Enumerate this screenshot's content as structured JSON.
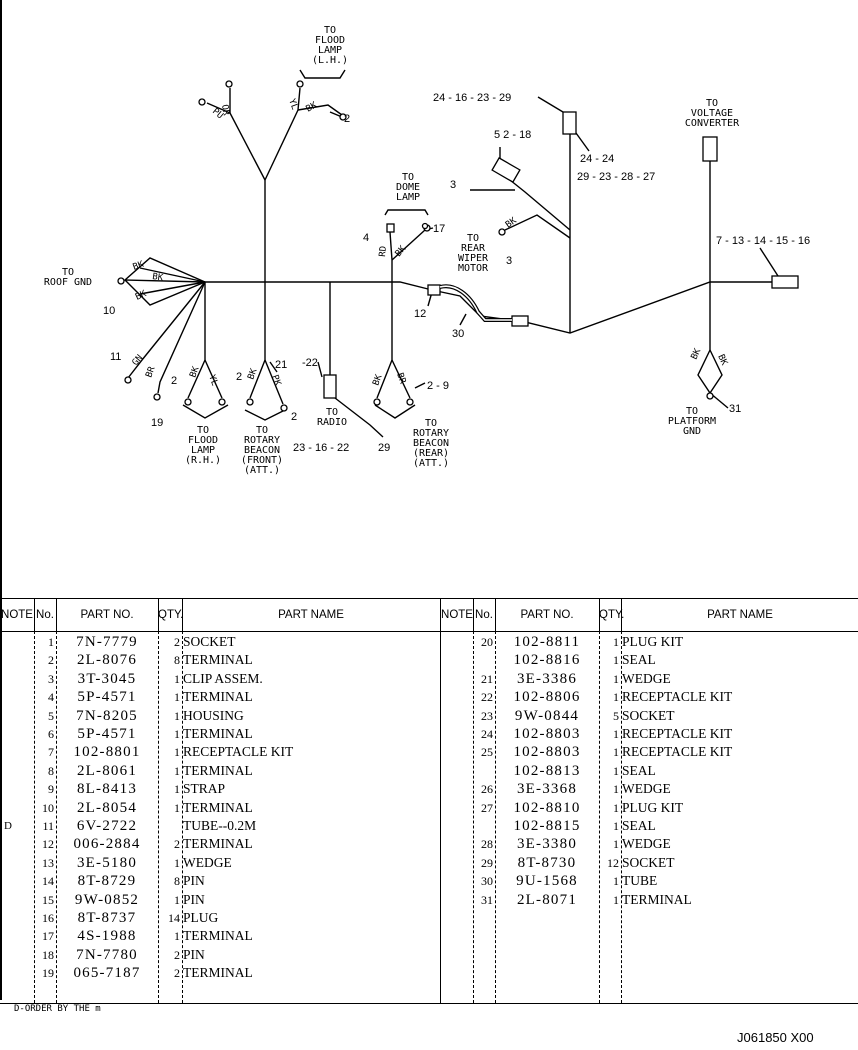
{
  "diagram": {
    "labels": {
      "flood_lh": [
        "TO",
        "FLOOD",
        "LAMP",
        "(L.H.)"
      ],
      "voltage": [
        "TO",
        "VOLTAGE",
        "CONVERTER"
      ],
      "dome": [
        "TO",
        "DOME",
        "LAMP"
      ],
      "rear_wiper": [
        "TO",
        "REAR",
        "WIPER",
        "MOTOR"
      ],
      "roof_gnd": [
        "TO",
        "ROOF GND"
      ],
      "flood_rh": [
        "TO",
        "FLOOD",
        "LAMP",
        "(R.H.)"
      ],
      "rotary_front": [
        "TO",
        "ROTARY",
        "BEACON",
        "(FRONT)",
        "(ATT.)"
      ],
      "radio": [
        "TO",
        "RADIO"
      ],
      "rotary_rear": [
        "TO",
        "ROTARY",
        "BEACON",
        "(REAR)",
        "(ATT.)"
      ],
      "platform_gnd": [
        "TO",
        "PLATFORM",
        "GND"
      ]
    },
    "callouts": {
      "c_24_16_23_29": "24 - 16 - 23 - 29",
      "c_5_2_18": "5  2 - 18",
      "c_24_24": "24 - 24",
      "c_29_23_28_27": "29 - 23 - 28 - 27",
      "c_7_13_14_15_16": "7 - 13 - 14 - 15 - 16",
      "c_3a": "3",
      "c_3b": "3",
      "c_4": "4",
      "c_17": "17",
      "c_2_top": "2",
      "c_10": "10",
      "c_11": "11",
      "c_19": "19",
      "c_2_rh_l": "2",
      "c_2_rh_r": "2",
      "c_21": "21",
      "c_2_front": "2",
      "c_22": "-22",
      "c_23_16_22": "23 - 16 - 22",
      "c_29": "29",
      "c_12": "12",
      "c_30": "30",
      "c_2_9": "2 - 9",
      "c_31": "31"
    },
    "wire_marks": {
      "w_bk1": "BK",
      "w_bk2": "BK",
      "w_bk3": "BK",
      "w_bk4": "BK",
      "w_bk5": "BK",
      "w_bk6": "BK",
      "w_bk7": "BK",
      "w_bk8": "BK",
      "w_bk9": "BK",
      "w_bk10": "BK",
      "w_bk11": "BK",
      "w_yl1": "YL",
      "w_yl2": "YL",
      "w_or": "OR",
      "w_pu": "PU",
      "w_rd": "RD",
      "w_gn": "GN",
      "w_pk": "PK",
      "w_br1": "BR",
      "w_br2": "BR"
    }
  },
  "headers": {
    "note": "NOTE",
    "no": "No.",
    "part_no": "PART NO.",
    "qty": "QTY.",
    "part_name": "PART NAME"
  },
  "parts_left": [
    {
      "note": "",
      "no": "1",
      "part_no": "7N-7779",
      "qty": "2",
      "name": "SOCKET"
    },
    {
      "note": "",
      "no": "2",
      "part_no": "2L-8076",
      "qty": "8",
      "name": "TERMINAL"
    },
    {
      "note": "",
      "no": "3",
      "part_no": "3T-3045",
      "qty": "1",
      "name": "CLIP ASSEM."
    },
    {
      "note": "",
      "no": "4",
      "part_no": "5P-4571",
      "qty": "1",
      "name": "TERMINAL"
    },
    {
      "note": "",
      "no": "5",
      "part_no": "7N-8205",
      "qty": "1",
      "name": "HOUSING"
    },
    {
      "note": "",
      "no": "6",
      "part_no": "5P-4571",
      "qty": "1",
      "name": "TERMINAL"
    },
    {
      "note": "",
      "no": "7",
      "part_no": "102-8801",
      "qty": "1",
      "name": "RECEPTACLE KIT"
    },
    {
      "note": "",
      "no": "8",
      "part_no": "2L-8061",
      "qty": "1",
      "name": "TERMINAL"
    },
    {
      "note": "",
      "no": "9",
      "part_no": "8L-8413",
      "qty": "1",
      "name": "STRAP"
    },
    {
      "note": "",
      "no": "10",
      "part_no": "2L-8054",
      "qty": "1",
      "name": "TERMINAL"
    },
    {
      "note": "D",
      "no": "11",
      "part_no": "6V-2722",
      "qty": "",
      "name": "TUBE--0.2M"
    },
    {
      "note": "",
      "no": "12",
      "part_no": "006-2884",
      "qty": "2",
      "name": "TERMINAL"
    },
    {
      "note": "",
      "no": "13",
      "part_no": "3E-5180",
      "qty": "1",
      "name": "WEDGE"
    },
    {
      "note": "",
      "no": "14",
      "part_no": "8T-8729",
      "qty": "8",
      "name": "PIN"
    },
    {
      "note": "",
      "no": "15",
      "part_no": "9W-0852",
      "qty": "1",
      "name": "PIN"
    },
    {
      "note": "",
      "no": "16",
      "part_no": "8T-8737",
      "qty": "14",
      "name": "PLUG"
    },
    {
      "note": "",
      "no": "17",
      "part_no": "4S-1988",
      "qty": "1",
      "name": "TERMINAL"
    },
    {
      "note": "",
      "no": "18",
      "part_no": "7N-7780",
      "qty": "2",
      "name": "PIN"
    },
    {
      "note": "",
      "no": "19",
      "part_no": "065-7187",
      "qty": "2",
      "name": "TERMINAL"
    }
  ],
  "parts_right": [
    {
      "note": "",
      "no": "20",
      "part_no": "102-8811",
      "qty": "1",
      "name": "PLUG KIT"
    },
    {
      "note": "",
      "no": "",
      "part_no": "102-8816",
      "qty": "1",
      "name": "SEAL"
    },
    {
      "note": "",
      "no": "21",
      "part_no": "3E-3386",
      "qty": "1",
      "name": "WEDGE"
    },
    {
      "note": "",
      "no": "22",
      "part_no": "102-8806",
      "qty": "1",
      "name": "RECEPTACLE KIT"
    },
    {
      "note": "",
      "no": "23",
      "part_no": "9W-0844",
      "qty": "5",
      "name": "SOCKET"
    },
    {
      "note": "",
      "no": "24",
      "part_no": "102-8803",
      "qty": "1",
      "name": "RECEPTACLE KIT"
    },
    {
      "note": "",
      "no": "25",
      "part_no": "102-8803",
      "qty": "1",
      "name": "RECEPTACLE KIT"
    },
    {
      "note": "",
      "no": "",
      "part_no": "102-8813",
      "qty": "1",
      "name": "SEAL"
    },
    {
      "note": "",
      "no": "26",
      "part_no": "3E-3368",
      "qty": "1",
      "name": "WEDGE"
    },
    {
      "note": "",
      "no": "27",
      "part_no": "102-8810",
      "qty": "1",
      "name": "PLUG KIT"
    },
    {
      "note": "",
      "no": "",
      "part_no": "102-8815",
      "qty": "1",
      "name": "SEAL"
    },
    {
      "note": "",
      "no": "28",
      "part_no": "3E-3380",
      "qty": "1",
      "name": "WEDGE"
    },
    {
      "note": "",
      "no": "29",
      "part_no": "8T-8730",
      "qty": "12",
      "name": "SOCKET"
    },
    {
      "note": "",
      "no": "30",
      "part_no": "9U-1568",
      "qty": "1",
      "name": "TUBE"
    },
    {
      "note": "",
      "no": "31",
      "part_no": "2L-8071",
      "qty": "1",
      "name": "TERMINAL"
    }
  ],
  "footnote": "D-ORDER BY THE m",
  "drawing_no": "J061850  X00"
}
